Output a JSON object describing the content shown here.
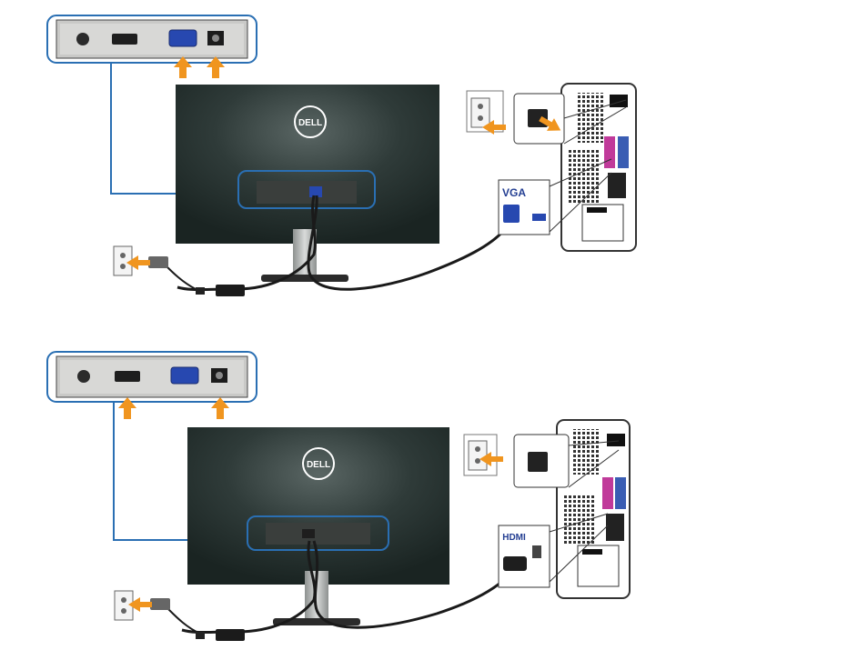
{
  "diagrams": [
    {
      "monitor_logo": "DELL",
      "connection_label": "VGA",
      "input_port": "vga-port"
    },
    {
      "monitor_logo": "DELL",
      "connection_label": "HDMI",
      "input_port": "hdmi-port"
    }
  ],
  "colors": {
    "callout_border": "#2a6fb3",
    "arrow": "#f0951f",
    "monitor_back": "#1e2a28",
    "port_panel": "#3a3e3c",
    "vga_blue": "#2748b0",
    "label_blue": "#233e92",
    "pc_case": "#ffffff"
  }
}
